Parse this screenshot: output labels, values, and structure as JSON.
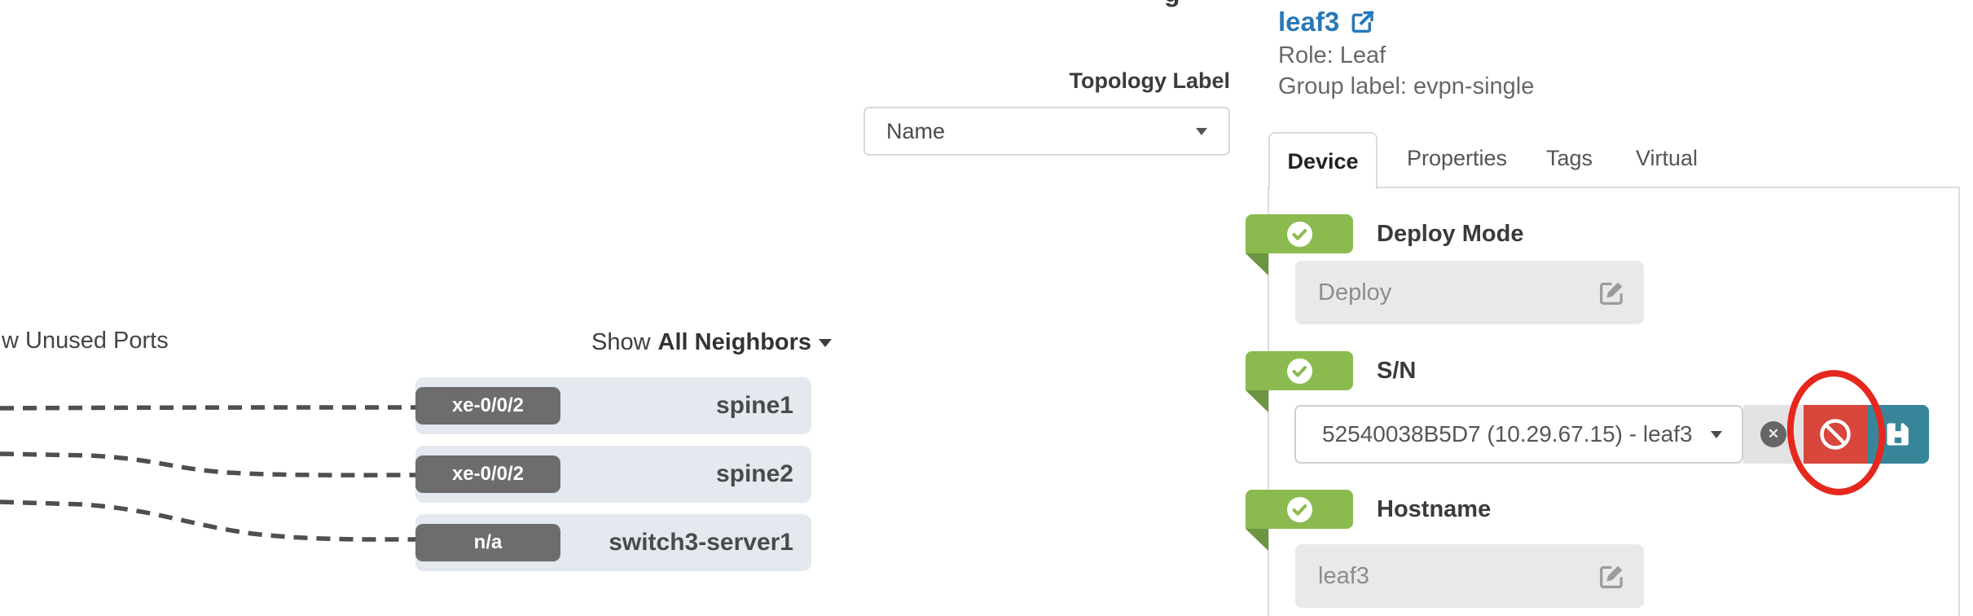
{
  "misc": {
    "cutoff_glyph": "g"
  },
  "topology": {
    "unused_ports_label": "w Unused Ports",
    "neighbors_filter": {
      "prefix": "Show",
      "selected": "All Neighbors"
    },
    "devices": [
      {
        "port": "xe-0/0/2",
        "name": "spine1"
      },
      {
        "port": "xe-0/0/2",
        "name": "spine2"
      },
      {
        "port": "n/a",
        "name": "switch3-server1"
      }
    ]
  },
  "topology_label": {
    "heading": "Topology Label",
    "selected": "Name"
  },
  "panel": {
    "title": "leaf3",
    "role": "Role: Leaf",
    "group_label": "Group label: evpn-single",
    "tabs": [
      "Device",
      "Properties",
      "Tags",
      "Virtual"
    ],
    "deploy_mode": {
      "title": "Deploy Mode",
      "value": "Deploy"
    },
    "serial_number": {
      "title": "S/N",
      "value": "52540038B5D7 (10.29.67.15) - leaf3"
    },
    "hostname": {
      "title": "Hostname",
      "value": "leaf3"
    }
  },
  "colors": {
    "badge_green": "#8bbb4e",
    "badge_green_dark": "#6d9440",
    "link_blue": "#2878b8",
    "danger_red": "#d9463c",
    "save_teal": "#38859a",
    "annotation_red": "#e5281d"
  }
}
